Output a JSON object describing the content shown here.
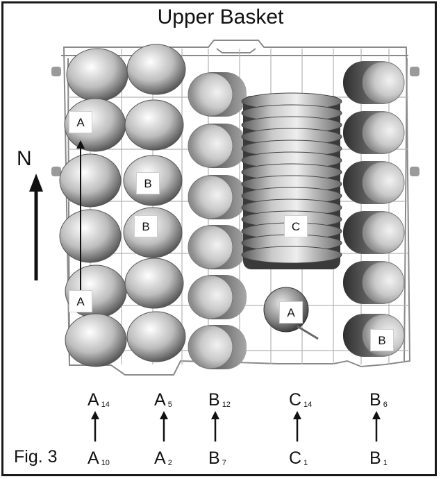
{
  "title": "Upper Basket",
  "north_label": "N",
  "figure_label": "Fig. 3",
  "item_labels": {
    "a1": "A",
    "a2": "A",
    "a3": "A",
    "b1": "B",
    "b2": "B",
    "b3": "B",
    "c1": "C"
  },
  "positions": {
    "col1_top": {
      "letter": "A",
      "sub": "14"
    },
    "col1_bottom": {
      "letter": "A",
      "sub": "10"
    },
    "col2_top": {
      "letter": "A",
      "sub": "5"
    },
    "col2_bottom": {
      "letter": "A",
      "sub": "2"
    },
    "col3_top": {
      "letter": "B",
      "sub": "12"
    },
    "col3_bottom": {
      "letter": "B",
      "sub": "7"
    },
    "col4_top": {
      "letter": "C",
      "sub": "14"
    },
    "col4_bottom": {
      "letter": "C",
      "sub": "1"
    },
    "col5_top": {
      "letter": "B",
      "sub": "6"
    },
    "col5_bottom": {
      "letter": "B",
      "sub": "1"
    }
  },
  "colors": {
    "frame": "#1a1a1a",
    "item_dark": "#555555",
    "item_light": "#d8d8d8",
    "wire": "#8a8a8a"
  }
}
